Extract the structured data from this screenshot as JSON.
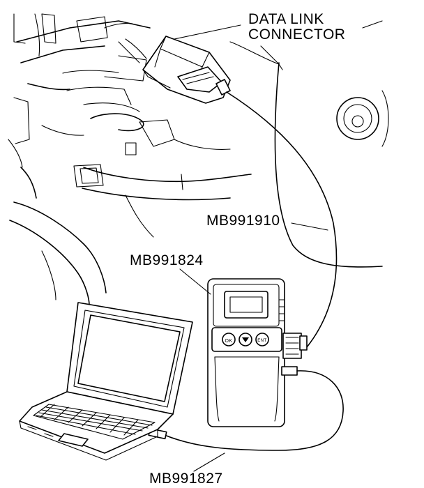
{
  "labels": {
    "data_link_connector_line1": "DATA LINK",
    "data_link_connector_line2": "CONNECTOR",
    "cable_mb991910": "MB991910",
    "interface_mb991824": "MB991824",
    "usb_cable_mb991827": "MB991827"
  },
  "device_buttons": [
    "OK",
    "▼",
    "ENT"
  ]
}
